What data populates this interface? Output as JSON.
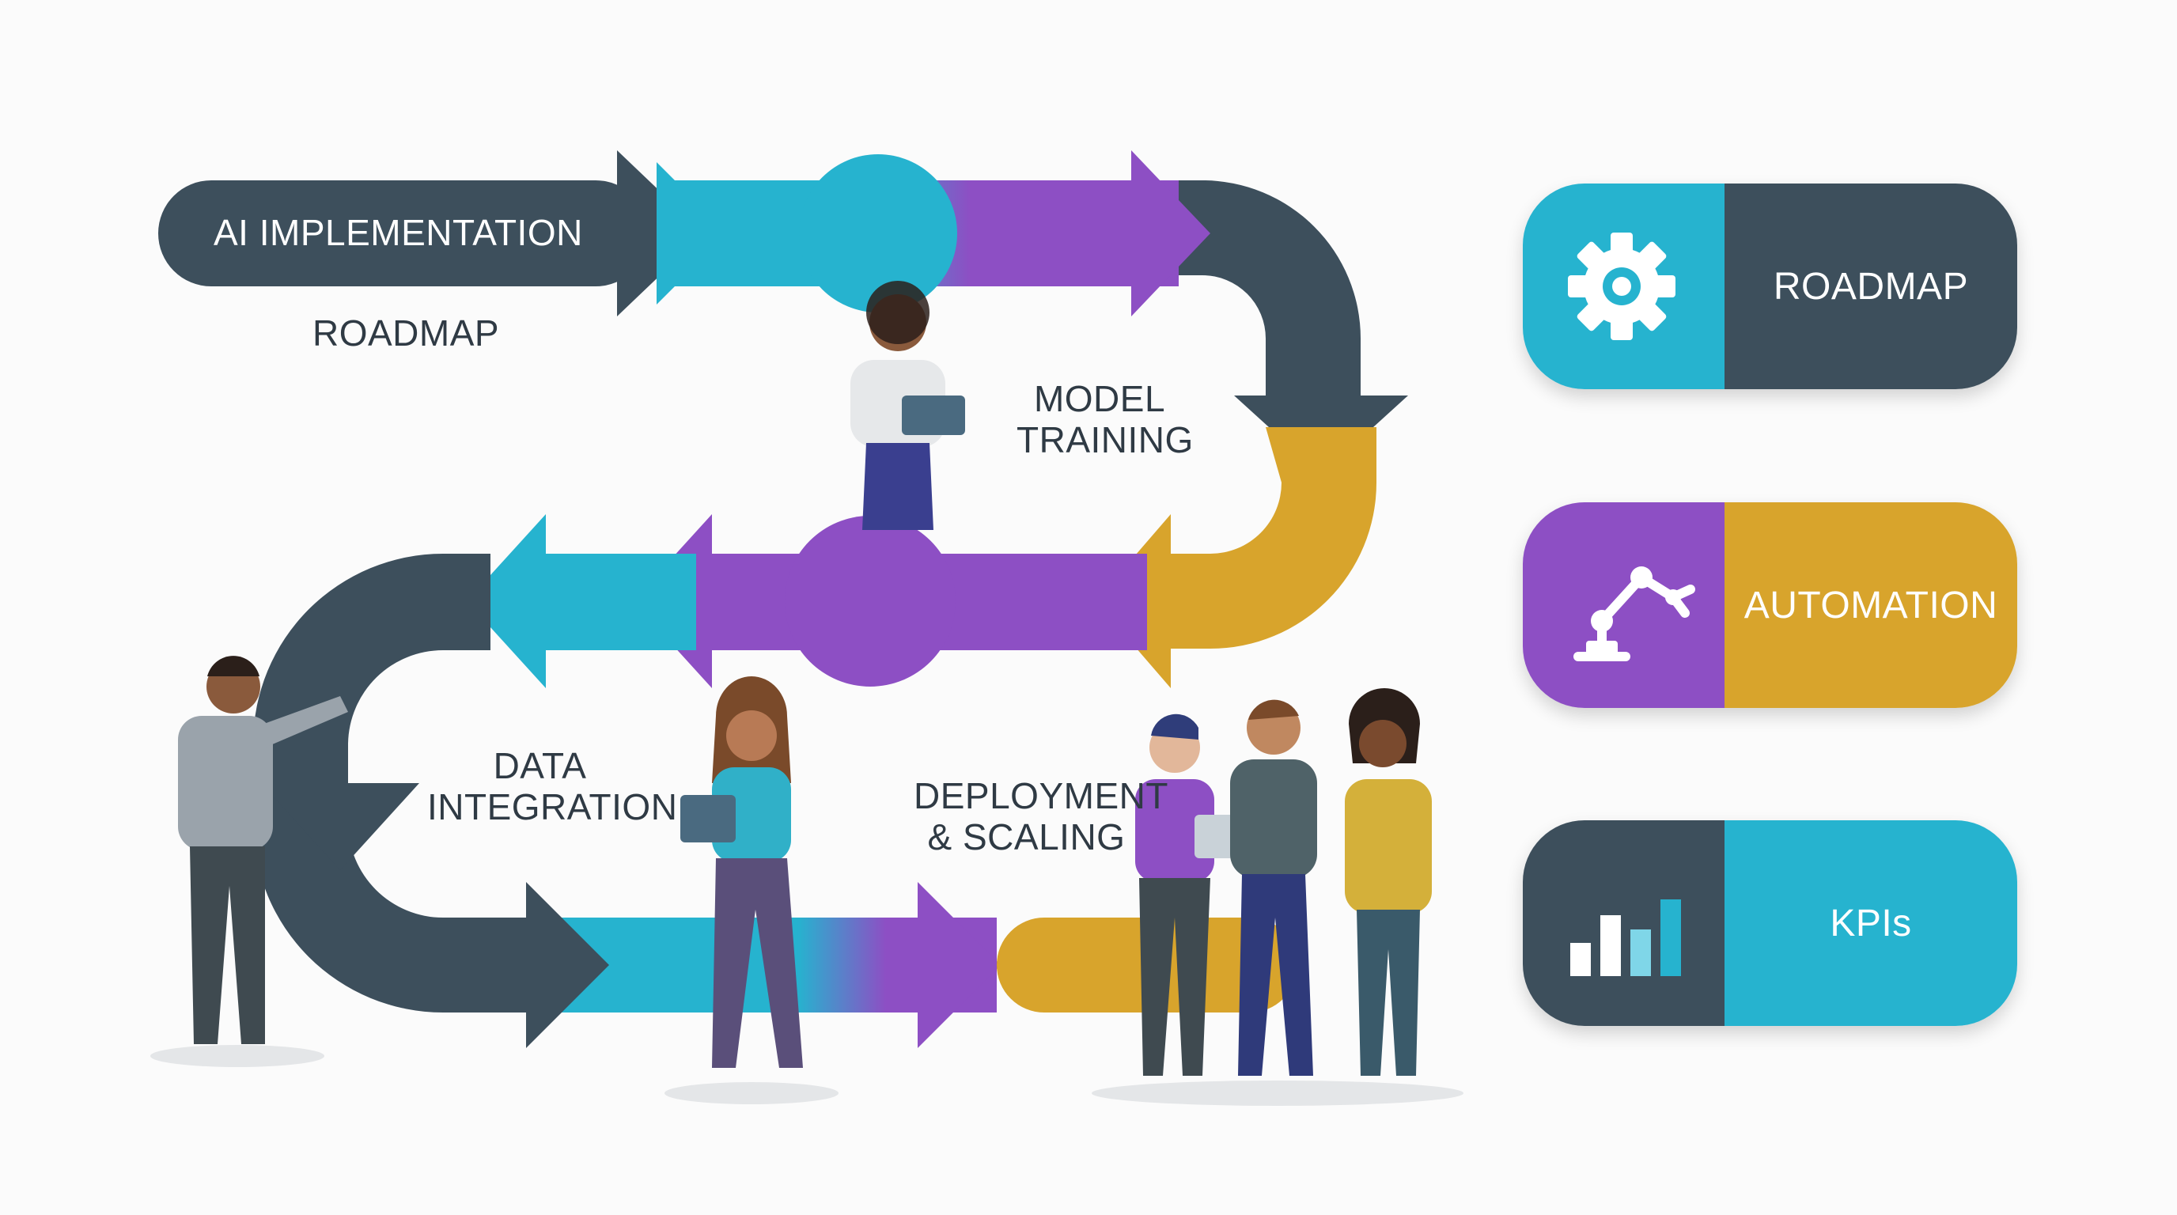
{
  "title": {
    "line1": "AI IMPLEMENTATION",
    "line2": "ROADMAP"
  },
  "stages": {
    "model_training": [
      "MODEL",
      "TRAINING"
    ],
    "data_integration": [
      "DATA",
      "INTEGRATION"
    ],
    "deployment": [
      "DEPLOYMENT",
      "& SCALING"
    ]
  },
  "cards": [
    {
      "label": "ROADMAP",
      "icon": "gear-icon",
      "left_color": "#26b3cf",
      "right_color": "#3d4f5c"
    },
    {
      "label": "AUTOMATION",
      "icon": "robot-arm-icon",
      "left_color": "#8d4fc4",
      "right_color": "#d8a42c"
    },
    {
      "label": "KPIs",
      "icon": "bar-chart-icon",
      "left_color": "#3d4f5c",
      "right_color": "#26b3cf"
    }
  ],
  "colors": {
    "slate": "#3d4f5c",
    "teal": "#26b3cf",
    "purple": "#8d4fc4",
    "gold": "#d8a42c"
  }
}
